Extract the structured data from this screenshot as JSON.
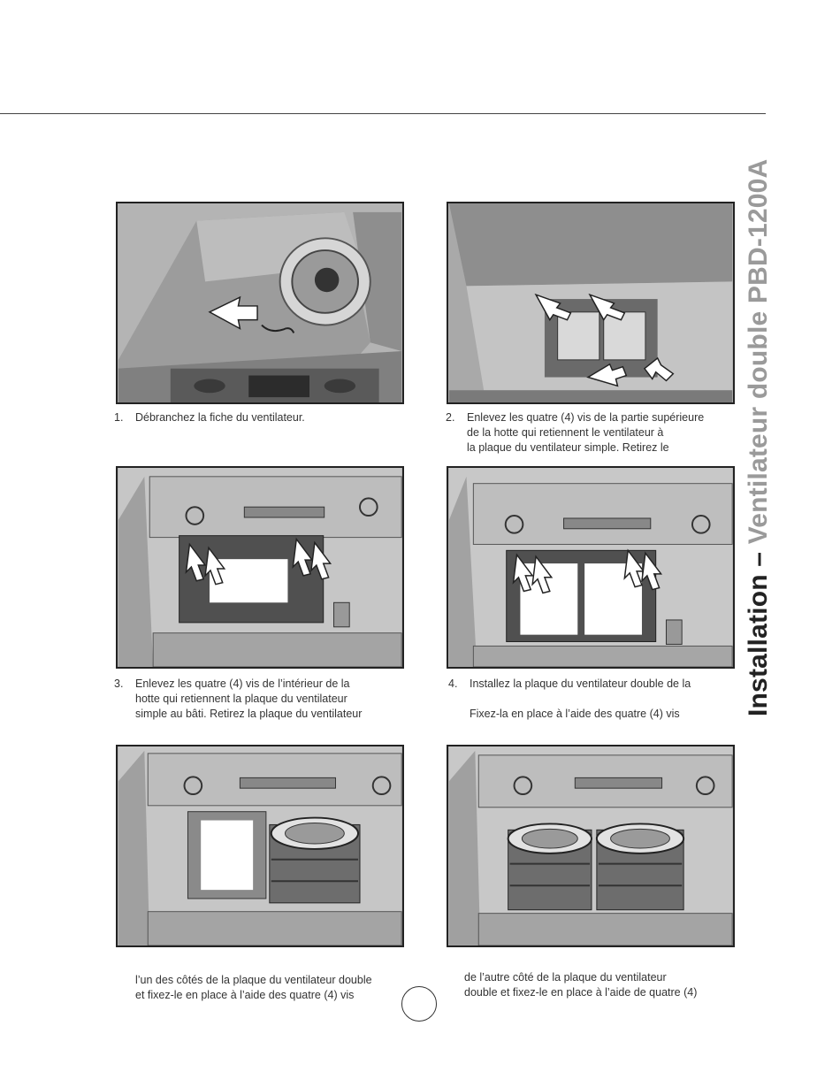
{
  "side_title": {
    "part1": "Installation – ",
    "part2": "Ventilateur double PBD-1200A"
  },
  "steps": [
    {
      "num": "1.",
      "lines": [
        "Débranchez la fiche du ventilateur."
      ]
    },
    {
      "num": "2.",
      "lines": [
        "Enlevez les quatre (4) vis de la partie supérieure",
        "de la hotte qui retiennent le ventilateur à",
        "la plaque du ventilateur simple. Retirez le"
      ]
    },
    {
      "num": "3.",
      "lines": [
        "Enlevez les quatre (4) vis de l’intérieur de la",
        "hotte qui retiennent la plaque du ventilateur",
        "simple au bâti. Retirez la plaque du ventilateur"
      ]
    },
    {
      "num": "4.",
      "lines": [
        "Installez la plaque du ventilateur double de la",
        "",
        "Fixez-la en place à l’aide des quatre (4) vis"
      ]
    },
    {
      "num": "",
      "lines": [
        "l’un des côtés de la plaque du ventilateur double",
        "et fixez-le en place à l’aide des quatre (4) vis"
      ]
    },
    {
      "num": "",
      "lines": [
        "de l’autre côté de la plaque du ventilateur",
        "double et fixez-le en place à l’aide de quatre (4)"
      ]
    }
  ],
  "colors": {
    "rule": "#444444",
    "title_dark": "#222222",
    "title_gray": "#9a9a9a",
    "illustration_gray": "#b0b0b0"
  }
}
